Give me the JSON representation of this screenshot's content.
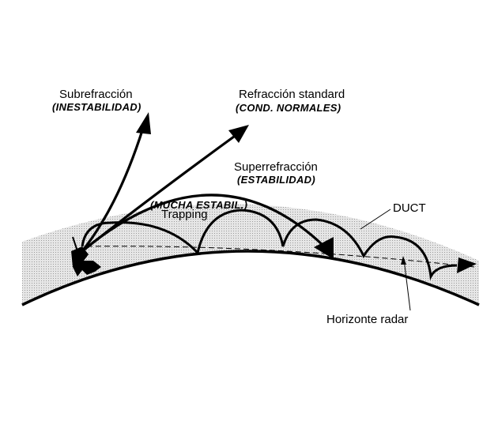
{
  "labels": {
    "subrefraccion": "Subrefracción",
    "inestabilidad": "(INESTABILIDAD)",
    "refraccion_standard": "Refracción standard",
    "cond_normales": "(COND. NORMALES)",
    "superrefraccion": "Superrefracción",
    "estabilidad": "(ESTABILIDAD)",
    "mucha_estabil": "(MUCHA ESTABIL.)",
    "trapping": "Trapping",
    "duct": "DUCT",
    "horizonte_radar": "Horizonte radar"
  },
  "colors": {
    "ink": "#000000",
    "duct_fill": "#d9d9d9",
    "background": "#ffffff"
  }
}
